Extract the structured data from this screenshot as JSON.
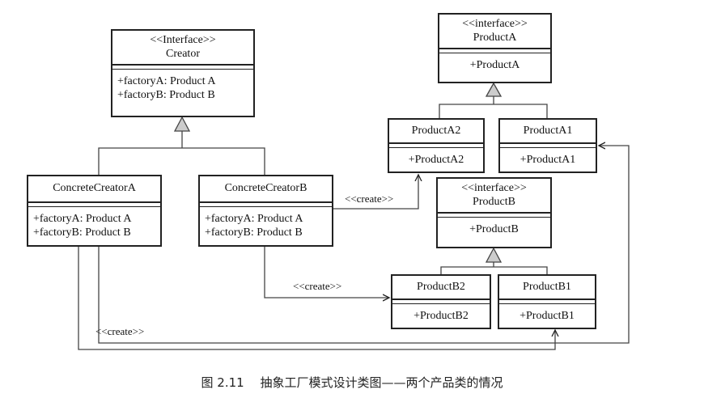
{
  "classes": {
    "creator": {
      "stereotype": "<<Interface>>",
      "name": "Creator",
      "ops": [
        "+factoryA: Product A",
        "+factoryB: Product B"
      ]
    },
    "concrete_a": {
      "name": "ConcreteCreatorA",
      "ops": [
        "+factoryA: Product A",
        "+factoryB: Product B"
      ]
    },
    "concrete_b": {
      "name": "ConcreteCreatorB",
      "ops": [
        "+factoryA: Product A",
        "+factoryB: Product B"
      ]
    },
    "product_a": {
      "stereotype": "<<interface>>",
      "name": "ProductA",
      "ops": [
        "+ProductA"
      ]
    },
    "product_a2": {
      "name": "ProductA2",
      "ops": [
        "+ProductA2"
      ]
    },
    "product_a1": {
      "name": "ProductA1",
      "ops": [
        "+ProductA1"
      ]
    },
    "product_b": {
      "stereotype": "<<interface>>",
      "name": "ProductB",
      "ops": [
        "+ProductB"
      ]
    },
    "product_b2": {
      "name": "ProductB2",
      "ops": [
        "+ProductB2"
      ]
    },
    "product_b1": {
      "name": "ProductB1",
      "ops": [
        "+ProductB1"
      ]
    }
  },
  "relations": {
    "create_label_1": "<<create>>",
    "create_label_2": "<<create>>",
    "create_label_3": "<<create>>"
  },
  "caption": "图 2.11　 抽象工厂模式设计类图——两个产品类的情况"
}
